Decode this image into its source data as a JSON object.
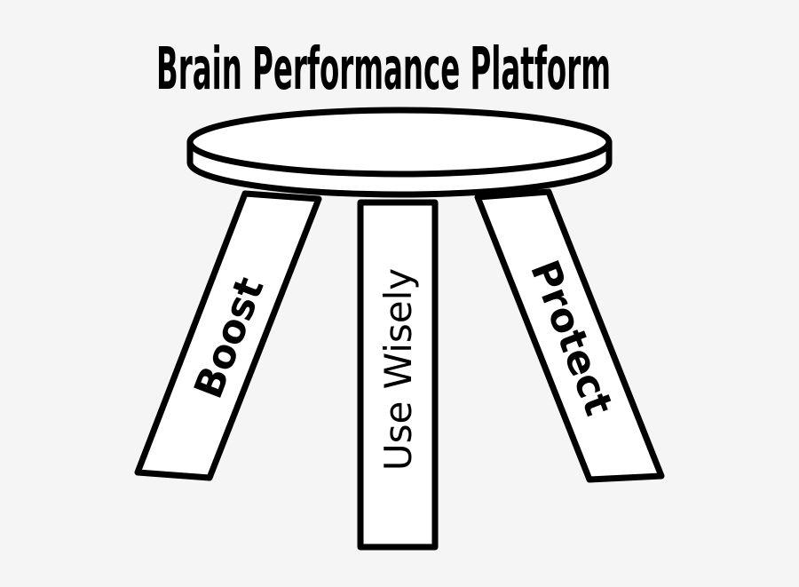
{
  "diagram": {
    "title": "Brain Performance Platform",
    "legs": {
      "left": "Boost",
      "middle": "Use Wisely",
      "right": "Protect"
    },
    "colors": {
      "background": "#f5f5f5",
      "fill": "#ffffff",
      "stroke": "#000000"
    }
  }
}
